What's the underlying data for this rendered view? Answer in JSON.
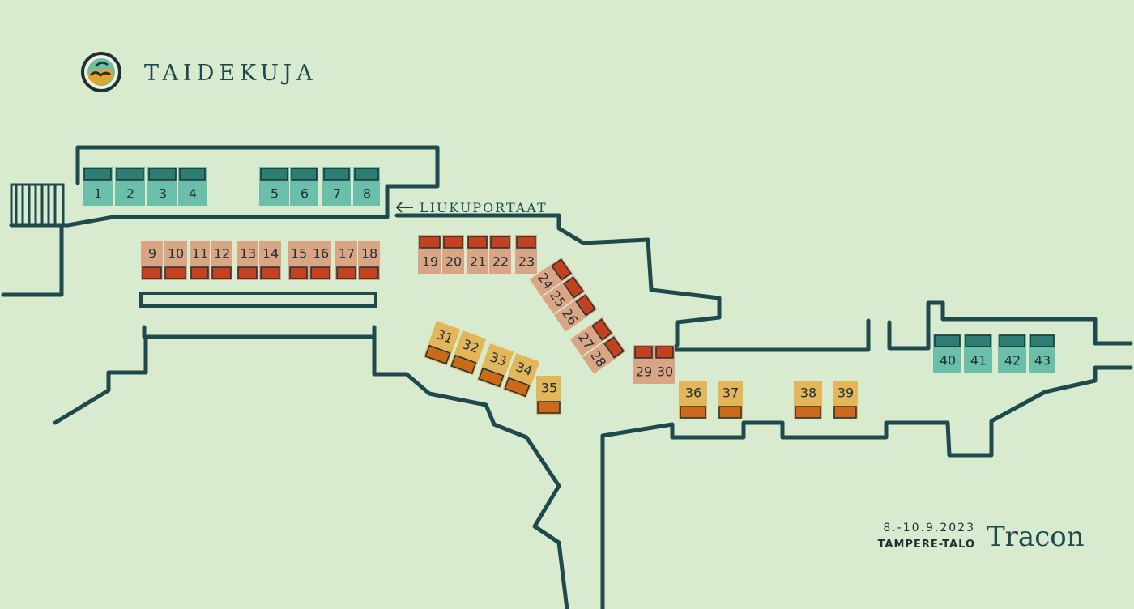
{
  "title": "TAIDEKUJA",
  "escalator_label": "LIUKUPORTAAT",
  "date": "8.-10.9.2023",
  "venue": "TAMPERE-TALO",
  "brand": "Tracon",
  "logo_icon": "wave-sun-logo-icon",
  "colors": {
    "background": "#d8ebcf",
    "wall": "#1e4a4d",
    "teal_light": "#6bbfa8",
    "teal_dark": "#2e7d72",
    "salmon_light": "#d9a585",
    "salmon_dark": "#c4401f",
    "yellow_light": "#e3b65a",
    "yellow_dark": "#cc6a1a"
  },
  "booths": [
    {
      "num": "1",
      "group": "teal"
    },
    {
      "num": "2",
      "group": "teal"
    },
    {
      "num": "3",
      "group": "teal"
    },
    {
      "num": "4",
      "group": "teal"
    },
    {
      "num": "5",
      "group": "teal"
    },
    {
      "num": "6",
      "group": "teal"
    },
    {
      "num": "7",
      "group": "teal"
    },
    {
      "num": "8",
      "group": "teal"
    },
    {
      "num": "9",
      "group": "salmon"
    },
    {
      "num": "10",
      "group": "salmon"
    },
    {
      "num": "11",
      "group": "salmon"
    },
    {
      "num": "12",
      "group": "salmon"
    },
    {
      "num": "13",
      "group": "salmon"
    },
    {
      "num": "14",
      "group": "salmon"
    },
    {
      "num": "15",
      "group": "salmon"
    },
    {
      "num": "16",
      "group": "salmon"
    },
    {
      "num": "17",
      "group": "salmon"
    },
    {
      "num": "18",
      "group": "salmon"
    },
    {
      "num": "19",
      "group": "salmon"
    },
    {
      "num": "20",
      "group": "salmon"
    },
    {
      "num": "21",
      "group": "salmon"
    },
    {
      "num": "22",
      "group": "salmon"
    },
    {
      "num": "23",
      "group": "salmon"
    },
    {
      "num": "24",
      "group": "salmon"
    },
    {
      "num": "25",
      "group": "salmon"
    },
    {
      "num": "26",
      "group": "salmon"
    },
    {
      "num": "27",
      "group": "salmon"
    },
    {
      "num": "28",
      "group": "salmon"
    },
    {
      "num": "29",
      "group": "salmon"
    },
    {
      "num": "30",
      "group": "salmon"
    },
    {
      "num": "31",
      "group": "yellow"
    },
    {
      "num": "32",
      "group": "yellow"
    },
    {
      "num": "33",
      "group": "yellow"
    },
    {
      "num": "34",
      "group": "yellow"
    },
    {
      "num": "35",
      "group": "yellow"
    },
    {
      "num": "36",
      "group": "yellow"
    },
    {
      "num": "37",
      "group": "yellow"
    },
    {
      "num": "38",
      "group": "yellow"
    },
    {
      "num": "39",
      "group": "yellow"
    },
    {
      "num": "40",
      "group": "teal"
    },
    {
      "num": "41",
      "group": "teal"
    },
    {
      "num": "42",
      "group": "teal"
    },
    {
      "num": "43",
      "group": "teal"
    }
  ]
}
